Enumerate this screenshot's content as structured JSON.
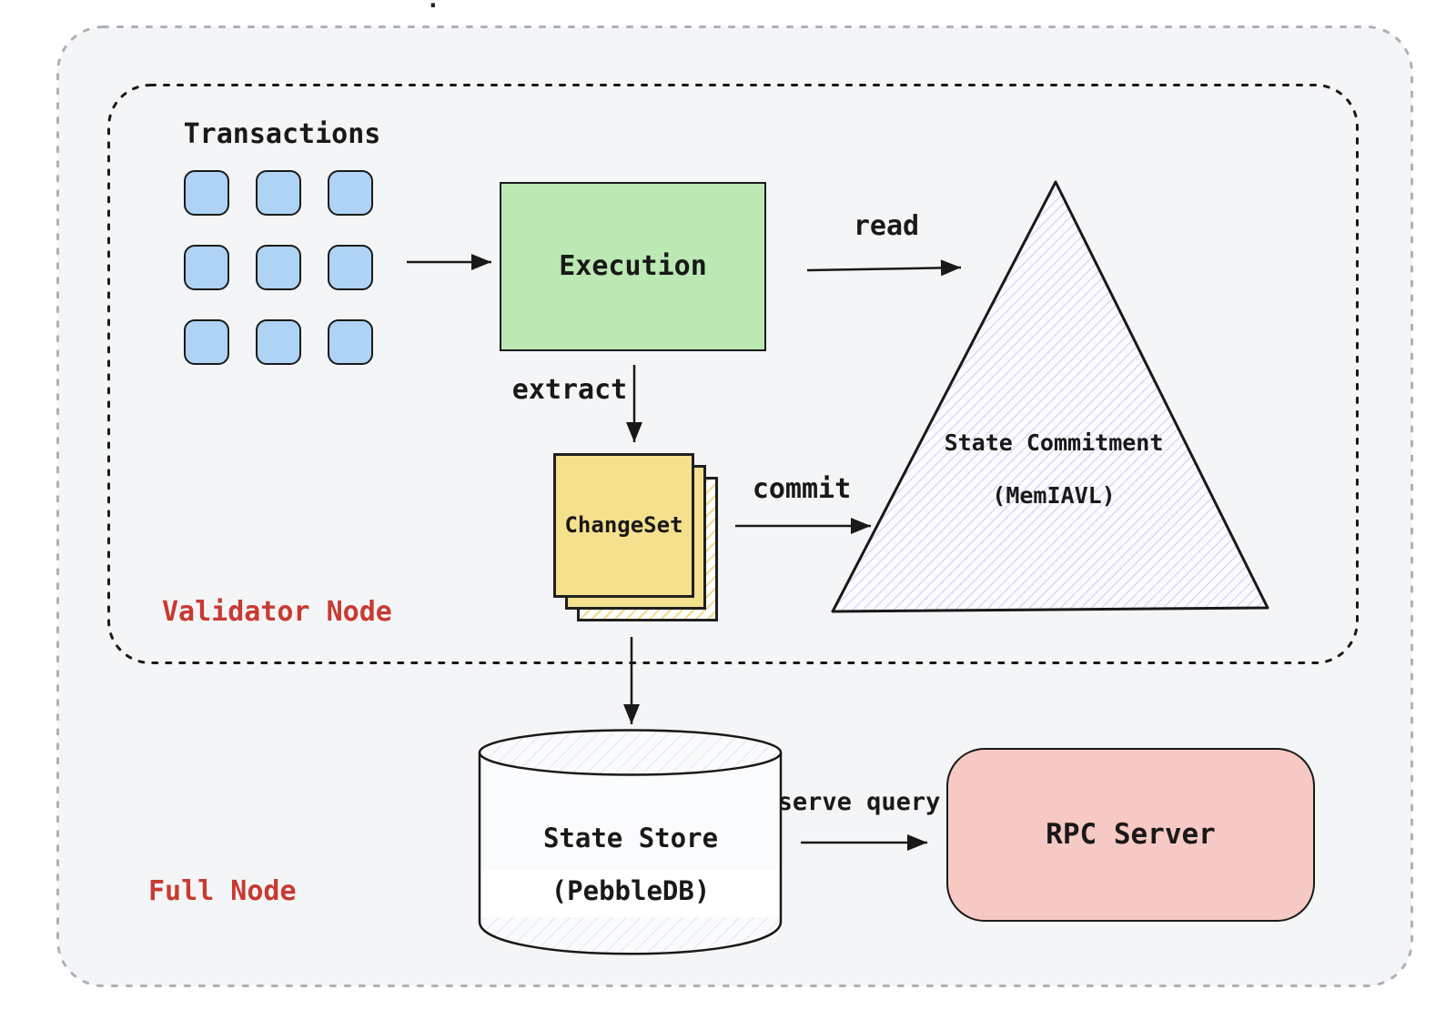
{
  "colors": {
    "canvas-bg": "#ffffff",
    "panel-bg": "#f4f5f7",
    "panel-border": "#adb1b8",
    "ink": "#191919",
    "node-label-red": "#c73b32",
    "tx-blue": "#aed3f4",
    "execution-green": "#bce9b3",
    "changeset-yellow": "#f5e08e",
    "changeset-hatch-yellow": "#f0d98a",
    "rpc-pink": "#f7c9c4",
    "commitment-hatch-purple": "#c9c5f0",
    "store-hatch-gray": "#e6e8ec"
  },
  "stray_dot": ".",
  "full_node": {
    "label": "Full Node"
  },
  "validator_node": {
    "label": "Validator Node"
  },
  "transactions": {
    "label": "Transactions",
    "block_count": 9
  },
  "execution": {
    "label": "Execution"
  },
  "arrows": {
    "read": "read",
    "extract": "extract",
    "commit": "commit",
    "serve_query": "serve query"
  },
  "state_commitment": {
    "title": "State Commitment",
    "subtitle": "(MemIAVL)"
  },
  "changeset": {
    "label": "ChangeSet"
  },
  "state_store": {
    "title": "State Store",
    "subtitle": "(PebbleDB)"
  },
  "rpc_server": {
    "label": "RPC Server"
  }
}
